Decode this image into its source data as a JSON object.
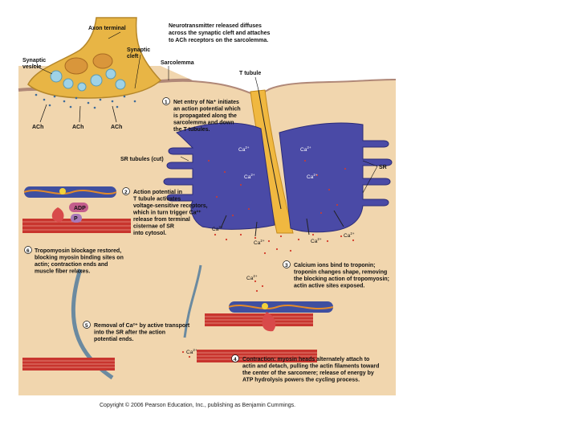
{
  "labels": {
    "axon_terminal": "Axon terminal",
    "synaptic_vesicle": [
      "Synaptic",
      "vesicle"
    ],
    "synaptic_cleft": [
      "Synaptic",
      "cleft"
    ],
    "sarcolemma": "Sarcolemma",
    "t_tubule": "T tubule",
    "ach": "ACh",
    "sr_tubules": "SR tubules (cut)",
    "sr": "SR",
    "ca": "Ca",
    "ca_sup": "2+",
    "adp": "ADP",
    "p": "P"
  },
  "header": [
    "Neurotransmitter released diffuses",
    "across the synaptic cleft and attaches",
    "to ACh receptors on the sarcolemma."
  ],
  "steps": [
    {
      "num": "1",
      "lines": [
        "Net entry of Na⁺ initiates",
        "an action potential which",
        "is propagated along the",
        "sarcolemma and down",
        "the T tubules."
      ]
    },
    {
      "num": "2",
      "lines": [
        "Action potential in",
        "T tubule activates",
        "voltage-sensitive receptors,",
        "which in turn trigger Ca²⁺",
        "release from terminal",
        "cisternae of SR",
        "into cytosol."
      ]
    },
    {
      "num": "3",
      "lines": [
        "Calcium ions bind to troponin;",
        "troponin changes shape, removing",
        "the blocking action of tropomyosin;",
        "actin active sites exposed."
      ]
    },
    {
      "num": "4",
      "lines": [
        "Contraction: myosin heads alternately attach to",
        "actin and detach, pulling the actin filaments toward",
        "the center of the sarcomere; release of energy by",
        "ATP hydrolysis powers the cycling process."
      ]
    },
    {
      "num": "5",
      "lines": [
        "Removal of Ca²⁺ by active transport",
        "into the SR after the action",
        "potential ends."
      ]
    },
    {
      "num": "6",
      "lines": [
        "Tropomyosin blockage restored,",
        "blocking myosin binding sites on",
        "actin; contraction ends and",
        "muscle fiber relaxes."
      ]
    }
  ],
  "copyright": "Copyright © 2006 Pearson Education, Inc., publishing as Benjamin Cummings.",
  "colors": {
    "background": "#f1d6ae",
    "sr_blue": "#4a4aa6",
    "t_tubule": "#f0b840",
    "axon": "#e8b545",
    "vesicle": "#9fd2e6",
    "muscle_red": "#c8352e",
    "calcium_dot": "#d43a2a",
    "myosin_head": "#d84a4a",
    "adp_pill": "#c35d8c",
    "p_pill": "#a879b9"
  }
}
